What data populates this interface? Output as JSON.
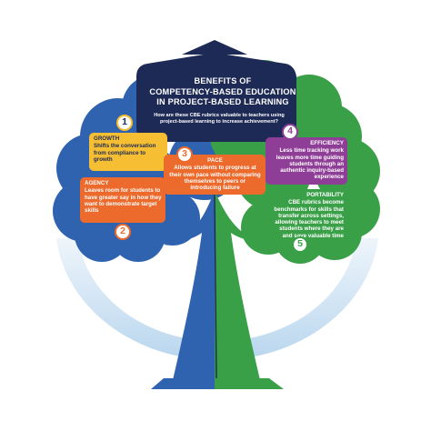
{
  "title_lines": [
    "BENEFITS OF",
    "COMPETENCY-BASED EDUCATION",
    "IN PROJECT-BASED LEARNING"
  ],
  "subtitle": "How are these CBE rubrics valuable to teachers using project-based learning to increase achievement?",
  "benefits": [
    {
      "number": "1",
      "heading": "GROWTH",
      "text": "Shifts the conversation from compliance to growth",
      "color": "#f6be33"
    },
    {
      "number": "2",
      "heading": "AGENCY",
      "text": "Leaves room for students to have greater say in how they want to demonstrate target skills",
      "color": "#ec6a2c"
    },
    {
      "number": "3",
      "heading": "PACE",
      "text": "Allows students to progress at their own pace without comparing themselves to peers or introducing failure",
      "color": "#ec6a2c"
    },
    {
      "number": "4",
      "heading": "EFFICIENCY",
      "text": "Less time tracking work leaves more time guiding students through an authentic inquiry-based experience",
      "color": "#8f3e97"
    },
    {
      "number": "5",
      "heading": "PORTABILITY",
      "text": "CBE rubrics become benchmarks for skills that transfer across settings, allowing teachers to meet students where they are and save valuable time",
      "color": "#3aa048"
    }
  ],
  "colors": {
    "navy": "#1d2a55",
    "blue_canopy": "#2f63b0",
    "green_canopy": "#3aa048",
    "ring": "#c9dff1"
  }
}
